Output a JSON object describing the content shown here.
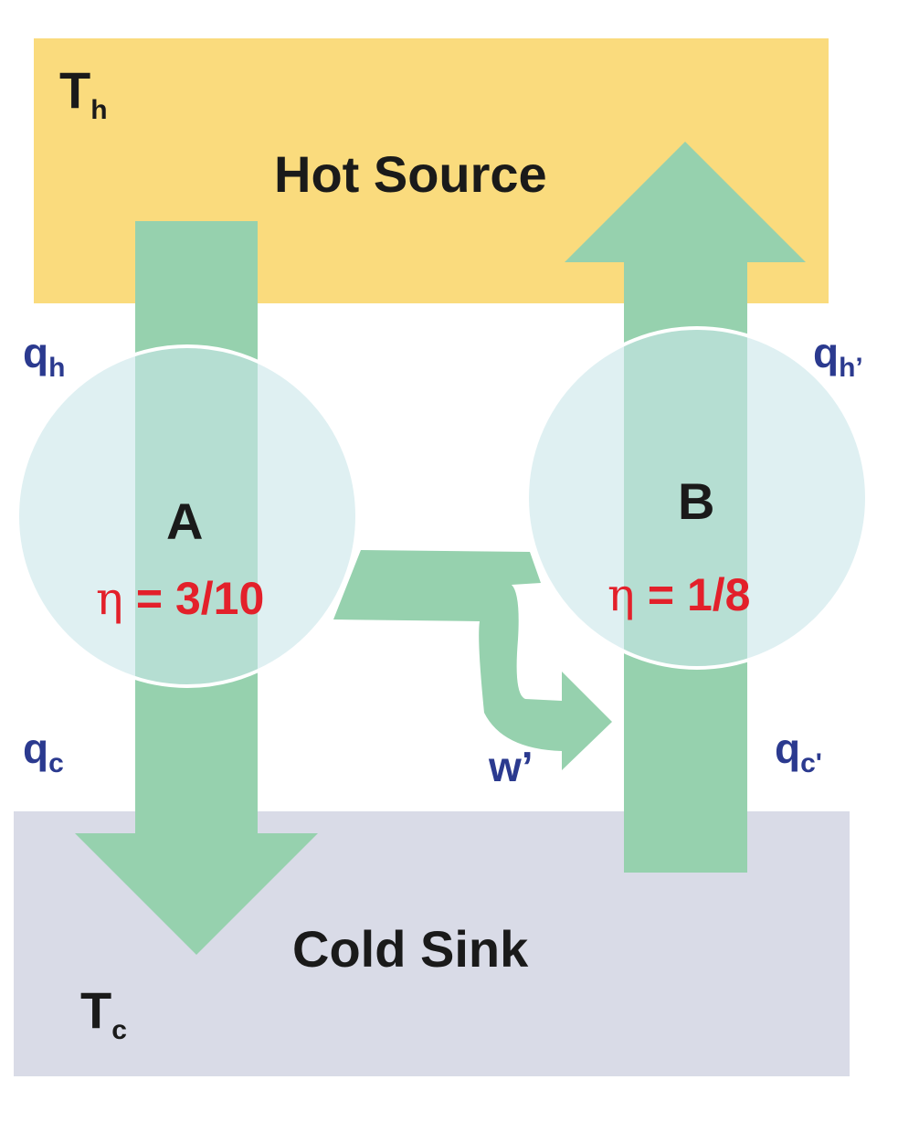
{
  "hot": {
    "label": "Hot Source",
    "temp": "T",
    "temp_sub": "h"
  },
  "cold": {
    "label": "Cold Sink",
    "temp": "T",
    "temp_sub": "c"
  },
  "engine_a": {
    "label": "A",
    "eta_symbol": "η",
    "eta_value": " = 3/10",
    "qh": "q",
    "qh_sub": "h",
    "qc": "q",
    "qc_sub": "c"
  },
  "engine_b": {
    "label": "B",
    "eta_symbol": "η",
    "eta_value": " = 1/8",
    "qh": "q",
    "qh_sub": "h’",
    "qc": "q",
    "qc_sub": "c'"
  },
  "work": {
    "label": "w’"
  },
  "colors": {
    "hot": "#fadb7d",
    "cold": "#d9dbe7",
    "arrow": "#96d1ae",
    "circle": "#c9e6ea",
    "label": "#2b3a8f",
    "eta": "#e3202a"
  }
}
